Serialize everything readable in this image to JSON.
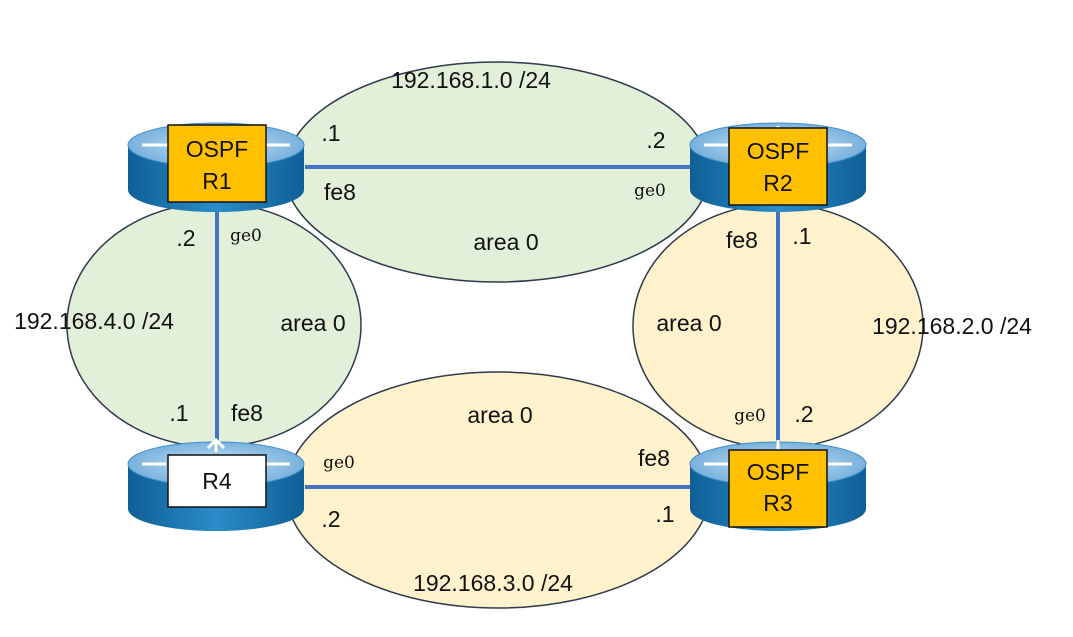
{
  "colors": {
    "area_green": "#e2efd9",
    "area_yellow": "#fff2cc",
    "ellipse_stroke": "#2f3a4a",
    "link": "#4472c4",
    "router_top": "#8fbfe3",
    "router_side": "#1a7ab8",
    "ospf_box": "#ffc000",
    "plain_box": "#ffffff"
  },
  "networks": {
    "n1": {
      "subnet": "192.168.1.0 /24",
      "area": "area 0"
    },
    "n2": {
      "subnet": "192.168.2.0 /24",
      "area": "area 0"
    },
    "n3": {
      "subnet": "192.168.3.0 /24",
      "area": "area 0"
    },
    "n4": {
      "subnet": "192.168.4.0 /24",
      "area": "area 0"
    }
  },
  "routers": {
    "r1": {
      "line1": "OSPF",
      "line2": "R1"
    },
    "r2": {
      "line1": "OSPF",
      "line2": "R2"
    },
    "r3": {
      "line1": "OSPF",
      "line2": "R3"
    },
    "r4": {
      "name": "R4"
    }
  },
  "interfaces": {
    "r1_n1_ip": ".1",
    "r1_n1_if": "fe8",
    "r2_n1_ip": ".2",
    "r2_n1_if": "ge0",
    "r2_n2_ip": ".1",
    "r2_n2_if": "fe8",
    "r3_n2_ip": ".2",
    "r3_n2_if": "ge0",
    "r3_n3_ip": ".1",
    "r3_n3_if": "fe8",
    "r4_n3_ip": ".2",
    "r4_n3_if": "ge0",
    "r4_n4_ip": ".1",
    "r4_n4_if": "fe8",
    "r1_n4_ip": ".2",
    "r1_n4_if": "ge0"
  }
}
